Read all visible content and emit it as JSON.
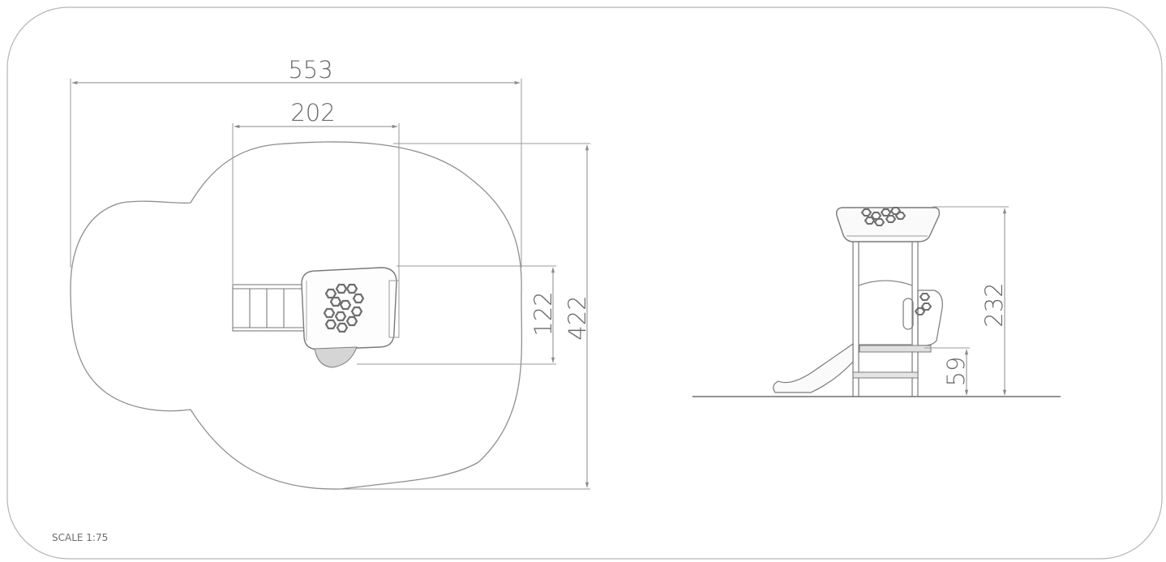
{
  "drawing": {
    "dimensions": {
      "overall_width": "553",
      "platform_width": "202",
      "overall_depth": "422",
      "platform_depth": "122",
      "overall_height": "232",
      "platform_height": "59"
    },
    "scale_label": "SCALE 1:75"
  }
}
